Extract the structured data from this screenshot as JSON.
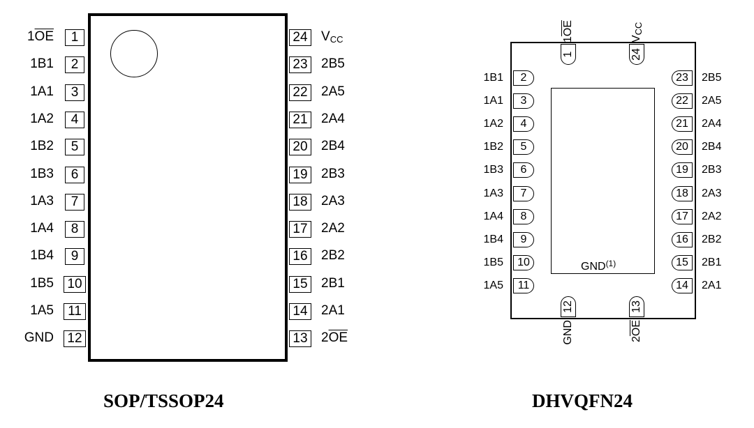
{
  "sop": {
    "caption": "SOP/TSSOP24",
    "left_pins": [
      {
        "num": "1",
        "label": "1OE",
        "prefix": "1",
        "bar": "OE"
      },
      {
        "num": "2",
        "label": "1B1"
      },
      {
        "num": "3",
        "label": "1A1"
      },
      {
        "num": "4",
        "label": "1A2"
      },
      {
        "num": "5",
        "label": "1B2"
      },
      {
        "num": "6",
        "label": "1B3"
      },
      {
        "num": "7",
        "label": "1A3"
      },
      {
        "num": "8",
        "label": "1A4"
      },
      {
        "num": "9",
        "label": "1B4"
      },
      {
        "num": "10",
        "label": "1B5"
      },
      {
        "num": "11",
        "label": "1A5"
      },
      {
        "num": "12",
        "label": "GND"
      }
    ],
    "right_pins": [
      {
        "num": "24",
        "label": "VCC",
        "main": "V",
        "sub": "CC"
      },
      {
        "num": "23",
        "label": "2B5"
      },
      {
        "num": "22",
        "label": "2A5"
      },
      {
        "num": "21",
        "label": "2A4"
      },
      {
        "num": "20",
        "label": "2B4"
      },
      {
        "num": "19",
        "label": "2B3"
      },
      {
        "num": "18",
        "label": "2A3"
      },
      {
        "num": "17",
        "label": "2A2"
      },
      {
        "num": "16",
        "label": "2B2"
      },
      {
        "num": "15",
        "label": "2B1"
      },
      {
        "num": "14",
        "label": "2A1"
      },
      {
        "num": "13",
        "label": "2OE",
        "prefix": "2",
        "bar": "OE"
      }
    ]
  },
  "qfn": {
    "caption": "DHVQFN24",
    "pad_label": "GND",
    "pad_note": "(1)",
    "top_pins": [
      {
        "num": "1",
        "label": "1OE",
        "prefix": "1",
        "bar": "OE"
      },
      {
        "num": "24",
        "label": "VCC",
        "main": "V",
        "sub": "CC"
      }
    ],
    "bottom_pins": [
      {
        "num": "12",
        "label": "GND"
      },
      {
        "num": "13",
        "label": "2OE",
        "prefix": "2",
        "bar": "OE"
      }
    ],
    "left_pins": [
      {
        "num": "2",
        "label": "1B1"
      },
      {
        "num": "3",
        "label": "1A1"
      },
      {
        "num": "4",
        "label": "1A2"
      },
      {
        "num": "5",
        "label": "1B2"
      },
      {
        "num": "6",
        "label": "1B3"
      },
      {
        "num": "7",
        "label": "1A3"
      },
      {
        "num": "8",
        "label": "1A4"
      },
      {
        "num": "9",
        "label": "1B4"
      },
      {
        "num": "10",
        "label": "1B5"
      },
      {
        "num": "11",
        "label": "1A5"
      }
    ],
    "right_pins": [
      {
        "num": "23",
        "label": "2B5"
      },
      {
        "num": "22",
        "label": "2A5"
      },
      {
        "num": "21",
        "label": "2A4"
      },
      {
        "num": "20",
        "label": "2B4"
      },
      {
        "num": "19",
        "label": "2B3"
      },
      {
        "num": "18",
        "label": "2A3"
      },
      {
        "num": "17",
        "label": "2A2"
      },
      {
        "num": "16",
        "label": "2B2"
      },
      {
        "num": "15",
        "label": "2B1"
      },
      {
        "num": "14",
        "label": "2A1"
      }
    ]
  }
}
